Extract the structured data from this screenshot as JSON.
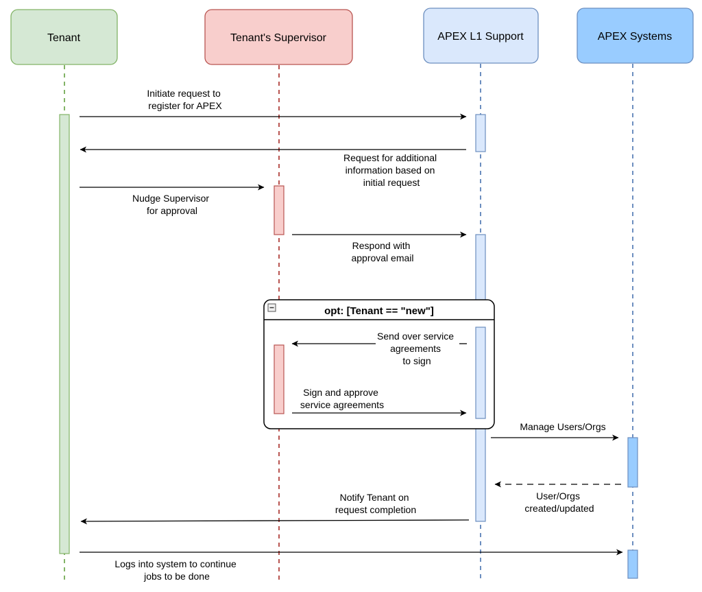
{
  "participants": {
    "tenant": "Tenant",
    "supervisor": "Tenant's Supervisor",
    "l1_support": "APEX L1 Support",
    "systems": "APEX Systems"
  },
  "messages": {
    "m1": [
      "Initiate request to",
      "register for APEX"
    ],
    "m2": [
      "Request for additional",
      "information based on",
      "initial request"
    ],
    "m3": [
      "Nudge Supervisor",
      "for approval"
    ],
    "m4": [
      "Respond with",
      "approval email"
    ],
    "m5": [
      "Send over service",
      "agreements",
      "to sign"
    ],
    "m6": [
      "Sign and approve",
      "service agreements"
    ],
    "m7": [
      "Manage Users/Orgs"
    ],
    "m8": [
      "User/Orgs",
      "created/updated"
    ],
    "m9": [
      "Notify Tenant on",
      "request completion"
    ],
    "m10": [
      "Logs into system to continue",
      "jobs to be done"
    ]
  },
  "fragment": {
    "title": "opt: [Tenant == \"new\"]",
    "collapse_symbol": "−"
  },
  "colors": {
    "tenant_fill": "#d5e8d4",
    "tenant_stroke": "#82b366",
    "supervisor_fill": "#f8cecc",
    "supervisor_stroke": "#b85450",
    "l1_fill": "#dae8fc",
    "l1_stroke": "#6c8ebf",
    "systems_fill": "#99ccff",
    "systems_stroke": "#6c8ebf"
  }
}
